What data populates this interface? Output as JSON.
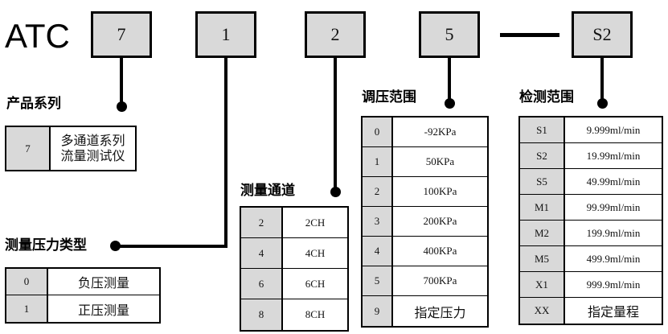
{
  "brand": {
    "text": "ATC"
  },
  "model_code": {
    "segments": [
      {
        "value": "7"
      },
      {
        "value": "1"
      },
      {
        "value": "2"
      },
      {
        "value": "5"
      },
      {
        "value": "S2"
      }
    ],
    "separator": "—"
  },
  "sections": {
    "product_series": {
      "label": "产品系列",
      "rows": [
        {
          "code": "7",
          "value_line1": "多通道系列",
          "value_line2": "流量测试仪"
        }
      ]
    },
    "pressure_type": {
      "label": "测量压力类型",
      "rows": [
        {
          "code": "0",
          "value": "负压测量"
        },
        {
          "code": "1",
          "value": "正压测量"
        }
      ]
    },
    "measure_channel": {
      "label": "测量通道",
      "rows": [
        {
          "code": "2",
          "value": "2CH"
        },
        {
          "code": "4",
          "value": "4CH"
        },
        {
          "code": "6",
          "value": "6CH"
        },
        {
          "code": "8",
          "value": "8CH"
        }
      ]
    },
    "pressure_range": {
      "label": "调压范围",
      "rows": [
        {
          "code": "0",
          "value": "-92KPa"
        },
        {
          "code": "1",
          "value": "50KPa"
        },
        {
          "code": "2",
          "value": "100KPa"
        },
        {
          "code": "3",
          "value": "200KPa"
        },
        {
          "code": "4",
          "value": "400KPa"
        },
        {
          "code": "5",
          "value": "700KPa"
        },
        {
          "code": "9",
          "value": "指定压力"
        }
      ]
    },
    "detection_range": {
      "label": "检测范围",
      "rows": [
        {
          "code": "S1",
          "value": "9.999ml/min"
        },
        {
          "code": "S2",
          "value": "19.99ml/min"
        },
        {
          "code": "S5",
          "value": "49.99ml/min"
        },
        {
          "code": "M1",
          "value": "99.99ml/min"
        },
        {
          "code": "M2",
          "value": "199.9ml/min"
        },
        {
          "code": "M5",
          "value": "499.9ml/min"
        },
        {
          "code": "X1",
          "value": "999.9ml/min"
        },
        {
          "code": "XX",
          "value": "指定量程"
        }
      ]
    }
  },
  "colors": {
    "box_fill": "#d9d9d9",
    "line": "#000000",
    "background": "#ffffff"
  }
}
